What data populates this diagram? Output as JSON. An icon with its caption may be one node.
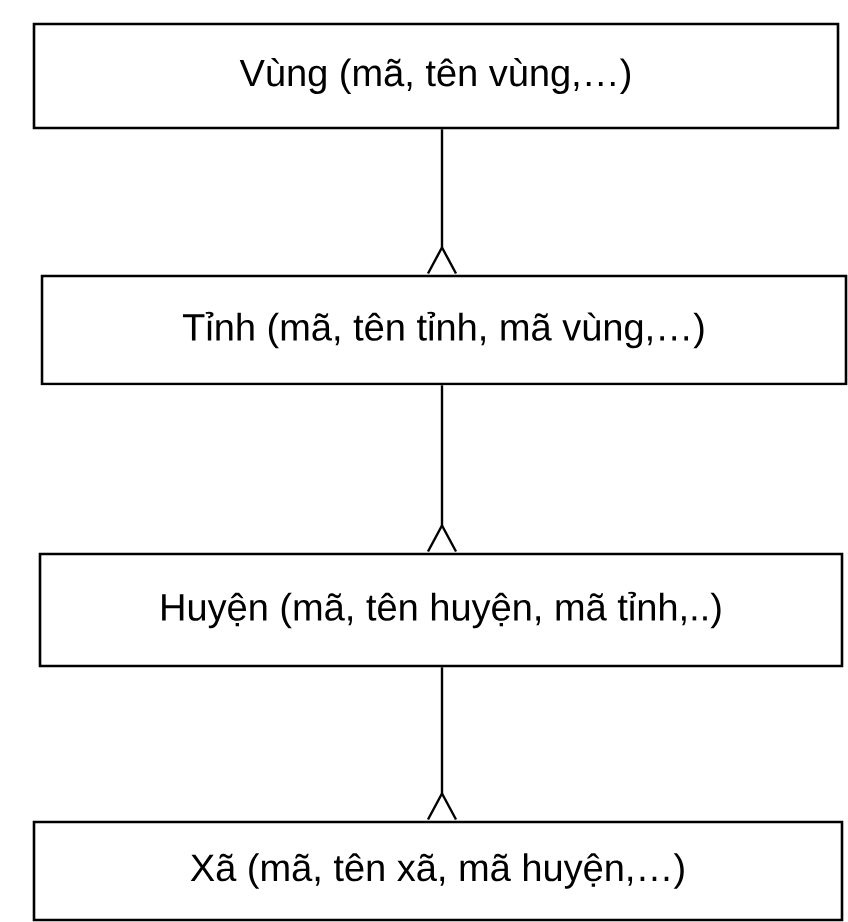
{
  "diagram": {
    "nodes": [
      {
        "text": [
          "Vùng (mã, tên vùng,…)"
        ]
      },
      {
        "text": [
          "Tỉnh (mã, tên tỉnh, mã vùng,…)"
        ]
      },
      {
        "text": [
          "Huyện (mã, tên huyện, mã tỉnh,..)"
        ]
      },
      {
        "text": [
          "Xã (mã, tên xã, mã huyện,…)"
        ]
      }
    ],
    "edges": [
      {
        "from": 0,
        "to": 1,
        "arrow": "other"
      },
      {
        "from": 1,
        "to": 2,
        "arrow": "other"
      },
      {
        "from": 2,
        "to": 3,
        "arrow": "other"
      }
    ]
  }
}
